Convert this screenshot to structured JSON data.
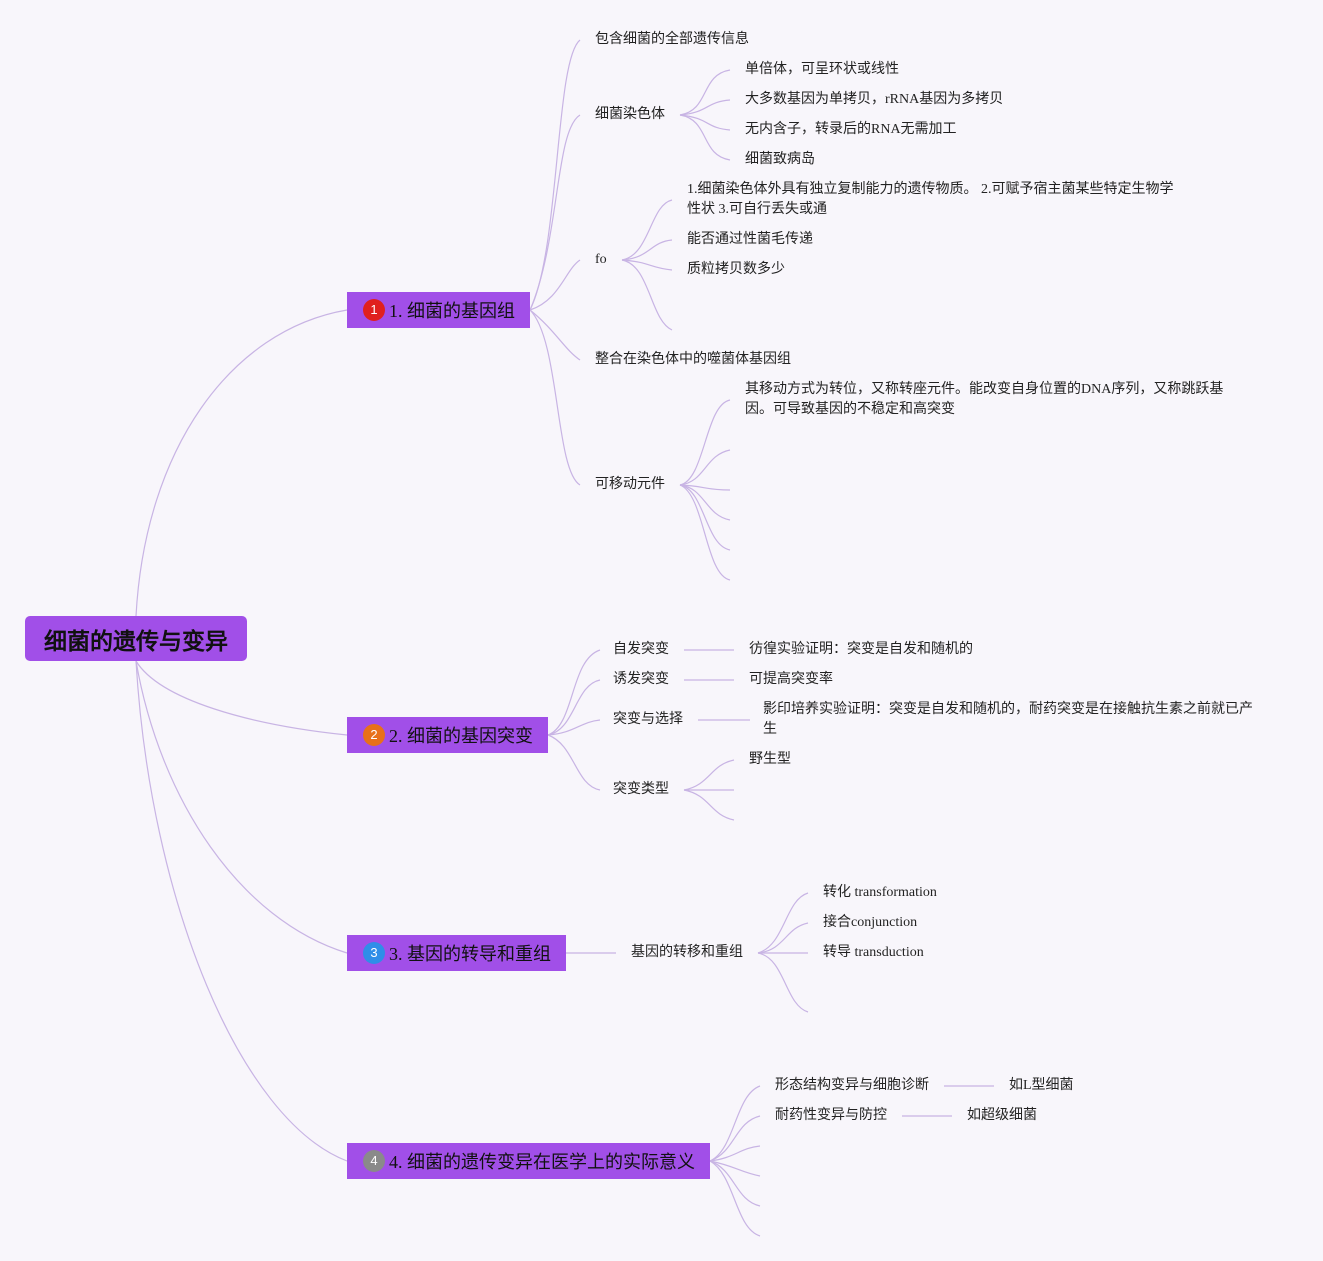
{
  "root": {
    "label": "细菌的遗传与变异"
  },
  "colors": {
    "node_fill": "#a14fe8",
    "connector": "#c8b4e4",
    "background": "#f8f6fb"
  },
  "branches": [
    {
      "label": "1. 细菌的基因组",
      "badge": {
        "text": "1",
        "color": "#e0201e"
      }
    },
    {
      "label": "2. 细菌的基因突变",
      "badge": {
        "text": "2",
        "color": "#e8701a"
      }
    },
    {
      "label": "3. 基因的转导和重组",
      "badge": {
        "text": "3",
        "color": "#2f8ee8"
      }
    },
    {
      "label": "4. 细菌的遗传变异在医学上的实际意义",
      "badge": {
        "text": "4",
        "color": "#8a8a8a"
      }
    }
  ],
  "genome": {
    "all_info": "包含细菌的全部遗传信息",
    "chromosome": {
      "label": "细菌染色体",
      "items": [
        "单倍体，可呈环状或线性",
        "大多数基因为单拷贝，rRNA基因为多拷贝",
        "无内含子，转录后的RNA无需加工",
        "细菌致病岛"
      ]
    },
    "plasmid": {
      "label": "fo",
      "items": [
        "1.细菌染色体外具有独立复制能力的遗传物质。 2.可赋予宿主菌某些特定生物学性状 3.可自行丢失或通",
        "能否通过性菌毛传递",
        "质粒拷贝数多少"
      ]
    },
    "prophage": "整合在染色体中的噬菌体基因组",
    "mobile": {
      "label": "可移动元件",
      "items": [
        "其移动方式为转位，又称转座元件。能改变自身位置的DNA序列，又称跳跃基因。可导致基因的不稳定和高突变"
      ]
    }
  },
  "mutation": {
    "spontaneous": {
      "label": "自发突变",
      "detail": "彷徨实验证明：突变是自发和随机的"
    },
    "induced": {
      "label": "诱发突变",
      "detail": "可提高突变率"
    },
    "selection": {
      "label": "突变与选择",
      "detail": "影印培养实验证明：突变是自发和随机的，耐药突变是在接触抗生素之前就已产生"
    },
    "types": {
      "label": "突变类型",
      "items": [
        "野生型"
      ]
    }
  },
  "transfer": {
    "label": "基因的转移和重组",
    "items": [
      "转化 transformation",
      "接合conjunction",
      "转导 transduction"
    ]
  },
  "medical": {
    "morph": {
      "label": "形态结构变异与细胞诊断",
      "detail": "如L型细菌"
    },
    "drug": {
      "label": "耐药性变异与防控",
      "detail": "如超级细菌"
    }
  }
}
